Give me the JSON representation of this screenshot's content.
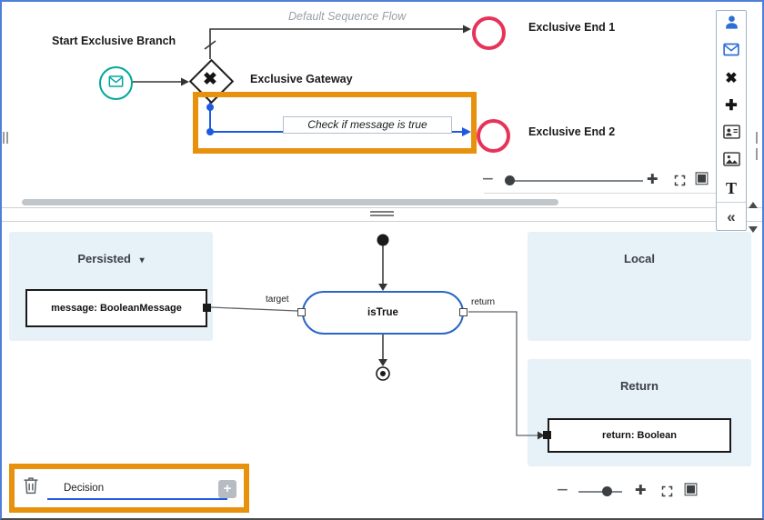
{
  "zoom_controls": {
    "minus_glyph": "−",
    "plus_glyph": "✚",
    "fit_glyph": "▣"
  },
  "process_canvas": {
    "start_event_label": "Start Exclusive Branch",
    "gateway_label": "Exclusive Gateway",
    "end_event_1_label": "Exclusive End 1",
    "end_event_2_label": "Exclusive End 2",
    "default_flow_label": "Default Sequence Flow",
    "condition_flow_label": "Check if message is true",
    "gateway_glyph": "✖"
  },
  "palette": {
    "icons": [
      "user",
      "envelope",
      "multiply",
      "plus",
      "participant-card",
      "picture",
      "text",
      "collapse"
    ],
    "multiply_glyph": "✖",
    "plus_glyph": "✚",
    "text_glyph": "T",
    "collapse_glyph": "«"
  },
  "data_mapping": {
    "persisted_title": "Persisted",
    "persisted_caret": "▾",
    "local_title": "Local",
    "return_title": "Return",
    "message_node_label": "message: BooleanMessage",
    "function_node_label": "isTrue",
    "return_node_label": "return: Boolean",
    "target_port_label": "target",
    "return_port_label": "return",
    "name_input_value": "Decision",
    "add_button_glyph": "+"
  },
  "colors": {
    "highlight_orange": "#e8910c",
    "selected_flow_blue": "#1e5ae0",
    "end_event_red": "#e73359",
    "start_event_teal": "#00a79b",
    "function_node_blue": "#2a66c8",
    "panel_light_blue": "#e7f1f8",
    "palette_icon_blue": "#2e6fd6"
  }
}
